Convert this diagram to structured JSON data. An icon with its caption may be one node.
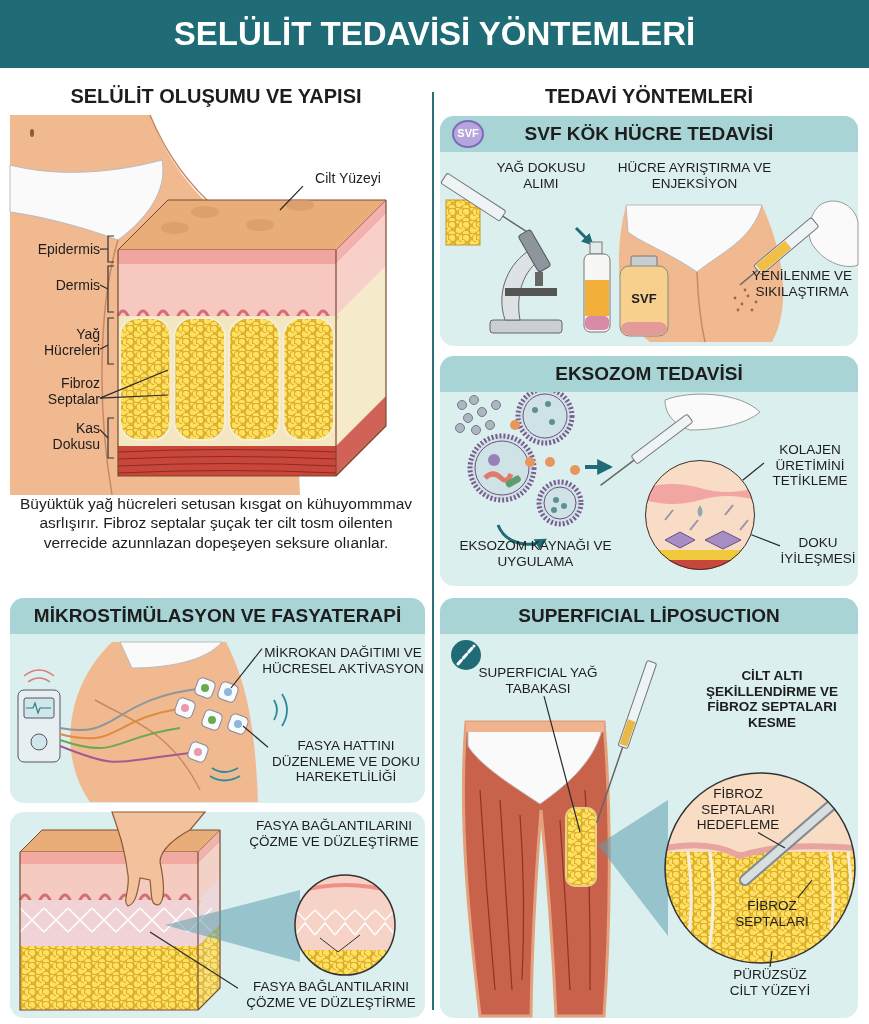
{
  "diagram": {
    "title": "SELÜLİT TEDAVİSİ YÖNTEMLERİ",
    "nodes": [
      {
        "text": [
          "SVF KÖK HÜCRE TEDAVİSİ"
        ]
      },
      {
        "text": [
          "YAĞ DOKUSU ALIMI"
        ],
        "in": 0
      },
      {
        "text": [
          "HÜCRE AYRIŞTIRMA VE ENJEKSİYON"
        ],
        "in": 0
      },
      {
        "text": [
          "YENİLENME VE SIKILAŞTIRMA"
        ],
        "in": 0
      },
      {
        "text": [
          "EKSOZOM TEDAVİSİ"
        ]
      },
      {
        "text": [
          "EKSOZOM KAYNAĞI VE UYGULAMA"
        ],
        "in": 4
      },
      {
        "text": [
          "KOLAJEN ÜRETİMİNİ TETİKLEME"
        ],
        "in": 4
      },
      {
        "text": [
          "DOKU İYİLEŞMESİ"
        ],
        "in": 4
      },
      {
        "text": [
          "MİKROSTİMÜLASYON VE FASYATERAPİ"
        ]
      },
      {
        "text": [
          "MİKROKAN DAĞITIMI VE HÜCRESEL AKTİVASYON"
        ],
        "in": 8
      },
      {
        "text": [
          "FASYA HATTINI DÜZENLEME VE DOKU HAREKETLİLİĞİ"
        ],
        "in": 8
      },
      {
        "text": [],
        "shape": "box"
      },
      {
        "text": [
          "FASYA BAĞLANTILARINI ÇÖZME VE DÜZLEŞTİRME"
        ],
        "in": 11
      },
      {
        "text": [
          "FASYA BAĞLANTILARINI ÇÖZME VE DÜZLEŞTİRME"
        ],
        "in": 11
      },
      {
        "text": [
          "SUPERFICIAL LİPOSUCTION"
        ]
      },
      {
        "text": [
          "SUPERFICIAL YAĞ TABAKASI"
        ],
        "in": 14
      },
      {
        "text": [
          "CİLT ALTI ŞEKİLLENDİRME VE FİBROZ SEPTALARI KESME"
        ],
        "in": 14
      },
      {
        "text": [
          "FİBROZ SEPTALARI HEDEFLEME"
        ],
        "in": 14
      },
      {
        "text": [
          "FİBROZ SEPTALARI"
        ],
        "in": 14
      },
      {
        "text": [
          "PÜRÜZSÜZ CİLT YÜZEYİ"
        ],
        "in": 14
      },
      {
        "text": [
          "Cilt Yüzeyi"
        ]
      },
      {
        "text": [
          "Epidermis"
        ]
      },
      {
        "text": [
          "Dermis"
        ]
      },
      {
        "text": [
          "Yağ Hücreleri"
        ]
      },
      {
        "text": [
          "Fibroz Septalar"
        ]
      },
      {
        "text": [
          "Kas Dokusu"
        ]
      },
      {
        "text": [],
        "shape": "circle",
        "in": 4
      }
    ],
    "edges": [
      {
        "from": 20,
        "to": null,
        "arrow": "none"
      },
      {
        "from": 21,
        "to": null,
        "arrow": "none"
      },
      {
        "from": 22,
        "to": null,
        "arrow": "none"
      },
      {
        "from": 23,
        "to": null,
        "arrow": "none"
      },
      {
        "from": 24,
        "to": null,
        "arrow": "none"
      },
      {
        "from": 24,
        "to": null,
        "arrow": "none"
      },
      {
        "from": 25,
        "to": null,
        "arrow": "none"
      },
      {
        "from": 6,
        "to": 26,
        "arrow": "none"
      },
      {
        "from": 7,
        "to": 26,
        "arrow": "none"
      },
      {
        "from": 9,
        "to": null,
        "arrow": "none"
      },
      {
        "from": 10,
        "to": null,
        "arrow": "none"
      },
      {
        "from": 13,
        "to": null,
        "arrow": "none"
      },
      {
        "from": 15,
        "to": null,
        "arrow": "none"
      },
      {
        "from": 17,
        "to": null,
        "arrow": "none"
      },
      {
        "from": 18,
        "to": null,
        "arrow": "none"
      },
      {
        "from": 19,
        "to": null,
        "arrow": "none"
      }
    ],
    "labels": [
      "SELÜLİT OLUŞUMU VE YAPISI",
      "TEDAVİ YÖNTEMLERİ",
      "SVF",
      "SVF",
      "Büyüktük yağ hücreleri setusan kısgat on kühuyommmav asrlışırır. Fibroz septalar şuçak ter cilt tosm oilenten verrecide azunnlazan dopeşeyen seksure olıanlar."
    ]
  }
}
